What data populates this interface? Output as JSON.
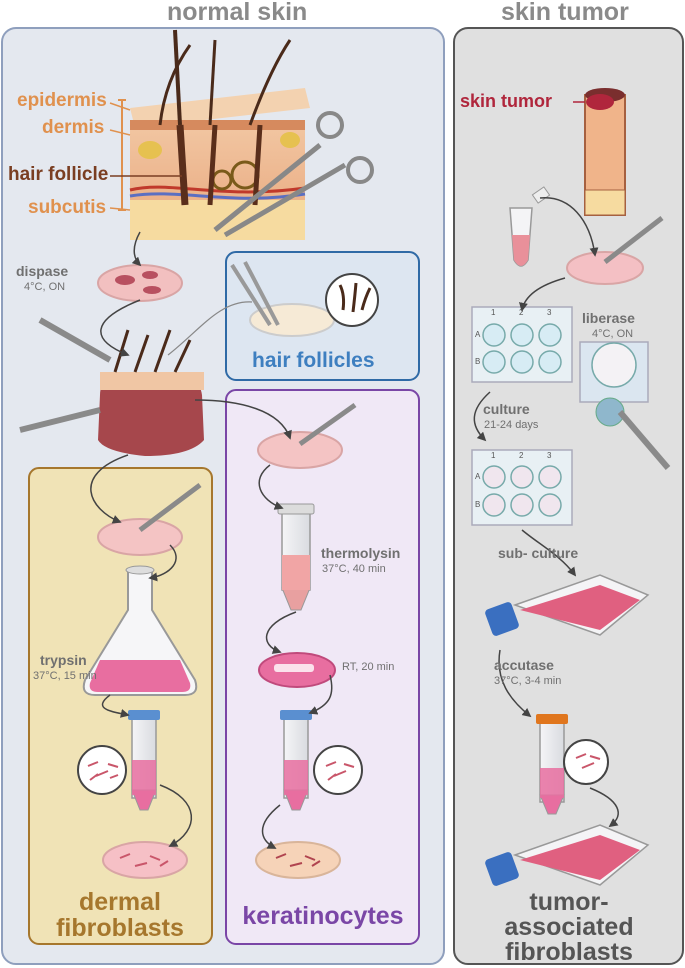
{
  "headers": {
    "normal": "normal skin",
    "tumor": "skin tumor"
  },
  "skin_layers": {
    "epidermis": "epidermis",
    "dermis": "dermis",
    "hair_follicle": "hair follicle",
    "subcutis": "subcutis"
  },
  "normal_steps": {
    "dispase": {
      "name": "dispase",
      "cond": "4°C, ON"
    },
    "thermolysin": {
      "name": "thermolysin",
      "cond": "37°C, 40 min"
    },
    "rt": {
      "cond": "RT, 20 min"
    },
    "trypsin": {
      "name": "trypsin",
      "cond": "37°C, 15 min"
    }
  },
  "tumor_steps": {
    "tumor_label": "skin tumor",
    "liberase": {
      "name": "liberase",
      "cond": "4°C, ON"
    },
    "culture": {
      "name": "culture",
      "cond": "21-24 days"
    },
    "subculture": {
      "name": "sub- culture"
    },
    "accutase": {
      "name": "accutase",
      "cond": "37°C, 3-4 min"
    },
    "plate_cols": [
      "1",
      "2",
      "3"
    ],
    "plate_rows": [
      "A",
      "B"
    ]
  },
  "results": {
    "hair_follicles": "hair follicles",
    "dermal_1": "dermal",
    "dermal_2": "fibroblasts",
    "keratinocytes": "keratinocytes",
    "taf_1": "tumor-",
    "taf_2": "associated",
    "taf_3": "fibroblasts"
  },
  "colors": {
    "normal_panel": "#e4e8ef",
    "tumor_panel": "#e0e0e0",
    "hair_box": "#dde6f1",
    "hair_accent": "#3e7fc0",
    "dermal_box": "#f0e3b6",
    "dermal_accent": "#a6772d",
    "kera_box": "#f0e8f6",
    "kera_accent": "#7a46a6",
    "layer_orange": "#e0914e",
    "tumor_red": "#b0263c"
  }
}
